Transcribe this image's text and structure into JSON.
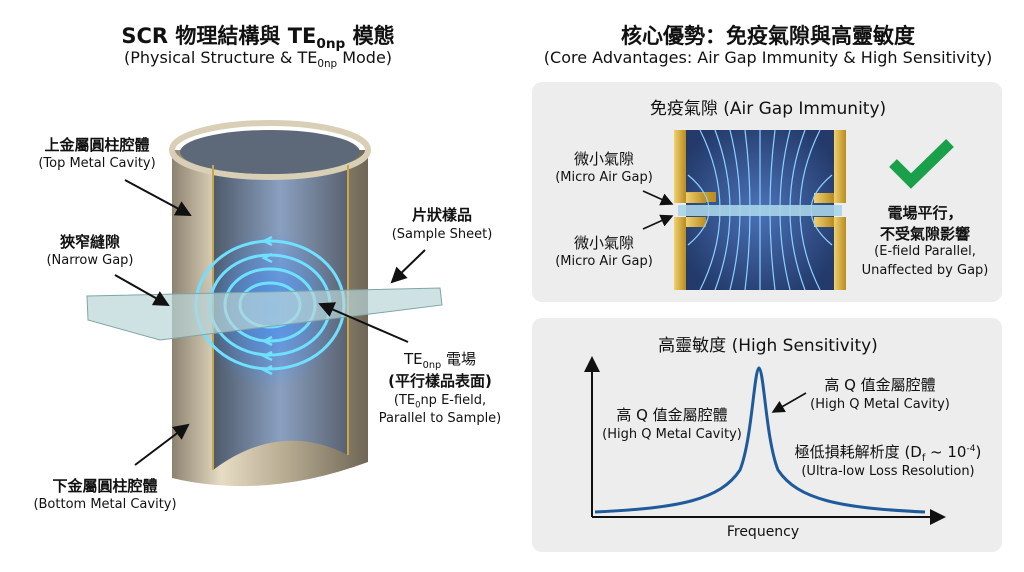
{
  "left": {
    "title_prefix": "SCR 物理結構與 TE",
    "title_sub": "0np",
    "title_suffix": " 模態",
    "subtitle_prefix": "(Physical Structure & TE",
    "subtitle_sub": "0np",
    "subtitle_suffix": " Mode)",
    "labels": {
      "top_cavity_zh": "上金屬圓柱腔體",
      "top_cavity_en": "(Top Metal Cavity)",
      "gap_zh": "狹窄縫隙",
      "gap_en": "(Narrow Gap)",
      "sample_zh": "片狀樣品",
      "sample_en": "(Sample Sheet)",
      "field_zh_prefix": "TE",
      "field_zh_sub": "0np",
      "field_zh_suffix": " 電場",
      "field_zh2": "(平行樣品表面)",
      "field_en1_prefix": "(TE",
      "field_en1_sub": "0",
      "field_en1_suffix": "np E-field,",
      "field_en2": "Parallel to Sample)",
      "bottom_cavity_zh": "下金屬圓柱腔體",
      "bottom_cavity_en": "(Bottom Metal Cavity)"
    }
  },
  "right": {
    "title": "核心優勢：免疫氣隙與高靈敏度",
    "subtitle": "(Core Advantages: Air Gap Immunity & High Sensitivity)",
    "gap_panel": {
      "title": "免疫氣隙 (Air Gap Immunity)",
      "micro_gap_zh": "微小氣隙",
      "micro_gap_en": "(Micro Air Gap)",
      "result_zh1": "電場平行，",
      "result_zh2": "不受氣隙影響",
      "result_en1": "(E-field Parallel,",
      "result_en2": "Unaffected by Gap)",
      "check_color": "#1aa04a"
    },
    "sensitivity_panel": {
      "title": "高靈敏度 (High Sensitivity)",
      "left_label_zh": "高 Q 值金屬腔體",
      "left_label_en": "(High Q Metal Cavity)",
      "right_label_zh": "高 Q 值金屬腔體",
      "right_label_en": "(High Q Metal Cavity)",
      "loss_zh_prefix": "極低損耗解析度 (D",
      "loss_sub": "f",
      "loss_mid": " ~ 10",
      "loss_sup": "-4",
      "loss_close": ")",
      "loss_en": "(Ultra-low Loss Resolution)",
      "xlabel": "Frequency",
      "curve_color": "#1f5a9a"
    }
  }
}
